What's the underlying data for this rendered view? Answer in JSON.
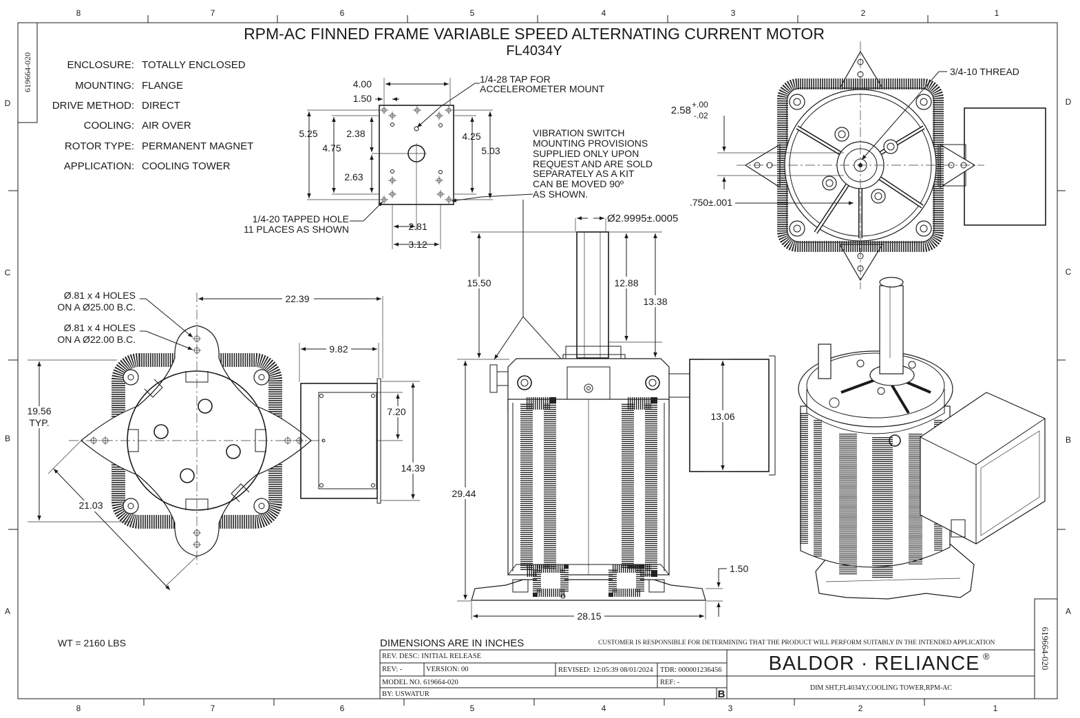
{
  "drawing": {
    "title": "RPM-AC FINNED FRAME VARIABLE SPEED ALTERNATING CURRENT MOTOR",
    "model_code": "FL4034Y",
    "side_number": "619664-020",
    "zones_top": [
      "8",
      "7",
      "6",
      "5",
      "4",
      "3",
      "2",
      "1"
    ],
    "zones_side": [
      "D",
      "C",
      "B",
      "A"
    ]
  },
  "specs": [
    {
      "label": "ENCLOSURE:",
      "value": "TOTALLY ENCLOSED"
    },
    {
      "label": "MOUNTING:",
      "value": "FLANGE"
    },
    {
      "label": "DRIVE METHOD:",
      "value": "DIRECT"
    },
    {
      "label": "COOLING:",
      "value": "AIR OVER"
    },
    {
      "label": "ROTOR TYPE:",
      "value": "PERMANENT MAGNET"
    },
    {
      "label": "APPLICATION:",
      "value": "COOLING TOWER"
    }
  ],
  "callouts": {
    "tap_note_1": "1/4-28 TAP FOR",
    "tap_note_2": "ACCELEROMETER MOUNT",
    "vib_note": [
      "VIBRATION SWITCH",
      "MOUNTING PROVISIONS",
      "SUPPLIED ONLY UPON",
      "REQUEST AND ARE SOLD",
      "SEPARATELY AS A KIT",
      "CAN BE MOVED 90º",
      "AS SHOWN."
    ],
    "tapped_hole_1": "1/4-20 TAPPED HOLE",
    "tapped_hole_2": "11 PLACES AS SHOWN",
    "thread": "3/4-10 THREAD",
    "holes_a_1": "Ø.81 x 4 HOLES",
    "holes_a_2": "ON A  Ø25.00 B.C.",
    "holes_b_1": "Ø.81 x 4 HOLES",
    "holes_b_2": "ON A  Ø22.00 B.C.",
    "typ": "TYP."
  },
  "dimensions": {
    "d400": "4.00",
    "d150": "1.50",
    "d525": "5.25",
    "d238": "2.38",
    "d475": "4.75",
    "d263": "2.63",
    "d425": "4.25",
    "d503": "5.03",
    "d281": "2.81",
    "d312": "3.12",
    "d258": "2.58",
    "d258_tol_plus": "+.00",
    "d258_tol_minus": "-.02",
    "d750": ".750±.001",
    "shaft": "Ø2.9995±.0005",
    "d1550": "15.50",
    "d1288": "12.88",
    "d1338": "13.38",
    "d2239": "22.39",
    "d982": "9.82",
    "d1956": "19.56",
    "d720": "7.20",
    "d1439": "14.39",
    "d2103": "21.03",
    "d1306": "13.06",
    "d2944": "29.44",
    "d150b": "1.50",
    "d2815": "28.15"
  },
  "weight": "WT = 2160 LBS",
  "title_block": {
    "units_note": "DIMENSIONS ARE IN INCHES",
    "customer_note": "CUSTOMER IS RESPONSIBLE FOR DETERMINING THAT THE PRODUCT WILL PERFORM SUITABLY IN THE INTENDED APPLICATION",
    "rev_desc": "REV. DESC: INITIAL RELEASE",
    "rev": "REV:  -",
    "version": "VERSION:  00",
    "revised": "REVISED:  12:05:39 08/01/2024",
    "tdr": "TDR: 000001236456",
    "model_no": "MODEL NO.   619664-020",
    "ref": "REF:  -",
    "by": "BY: USWATUR",
    "size": "B",
    "brand": "BALDOR · RELIANCE",
    "registered": "®",
    "description": "DIM SHT,FL4034Y,COOLING TOWER,RPM-AC"
  }
}
